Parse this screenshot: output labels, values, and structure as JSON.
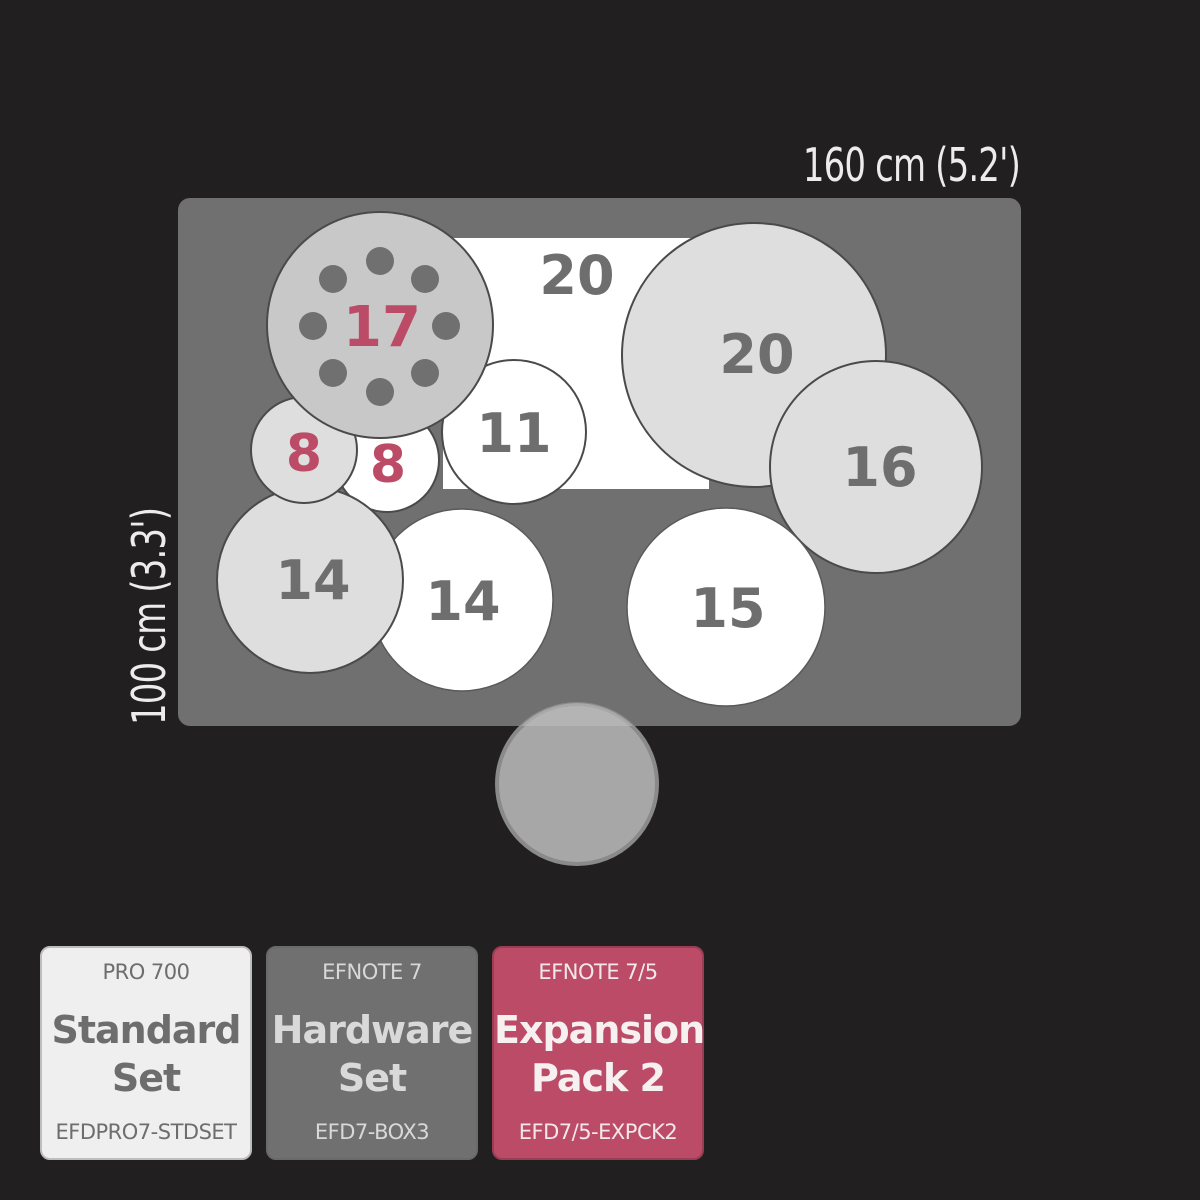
{
  "dimensions": {
    "width_label": "160 cm (5.2')",
    "depth_label": "100 cm (3.3')"
  },
  "colors": {
    "background": "#211f20",
    "panel": "#717071",
    "accent_red": "#bb4b66",
    "pad_light": "#dedede",
    "pad_white": "#ffffff",
    "cymbal_grey": "#c8c8c8",
    "seat_grey": "#a7a7a7"
  },
  "pads": {
    "bass_drum": "20",
    "hihat": "17",
    "cymbal_left_small": "8",
    "cymbal_small_white": "8",
    "tom_11": "11",
    "ride_20": "20",
    "crash_16": "16",
    "snare_14_light": "14",
    "tom_14_white": "14",
    "floor_tom_15": "15"
  },
  "cards": [
    {
      "sub": "PRO 700",
      "title_line1": "Standard",
      "title_line2": "Set",
      "code": "EFDPRO7-STDSET"
    },
    {
      "sub": "EFNOTE 7",
      "title_line1": "Hardware",
      "title_line2": "Set",
      "code": "EFD7-BOX3"
    },
    {
      "sub": "EFNOTE 7/5",
      "title_line1": "Expansion",
      "title_line2": "Pack 2",
      "code": "EFD7/5-EXPCK2"
    }
  ]
}
